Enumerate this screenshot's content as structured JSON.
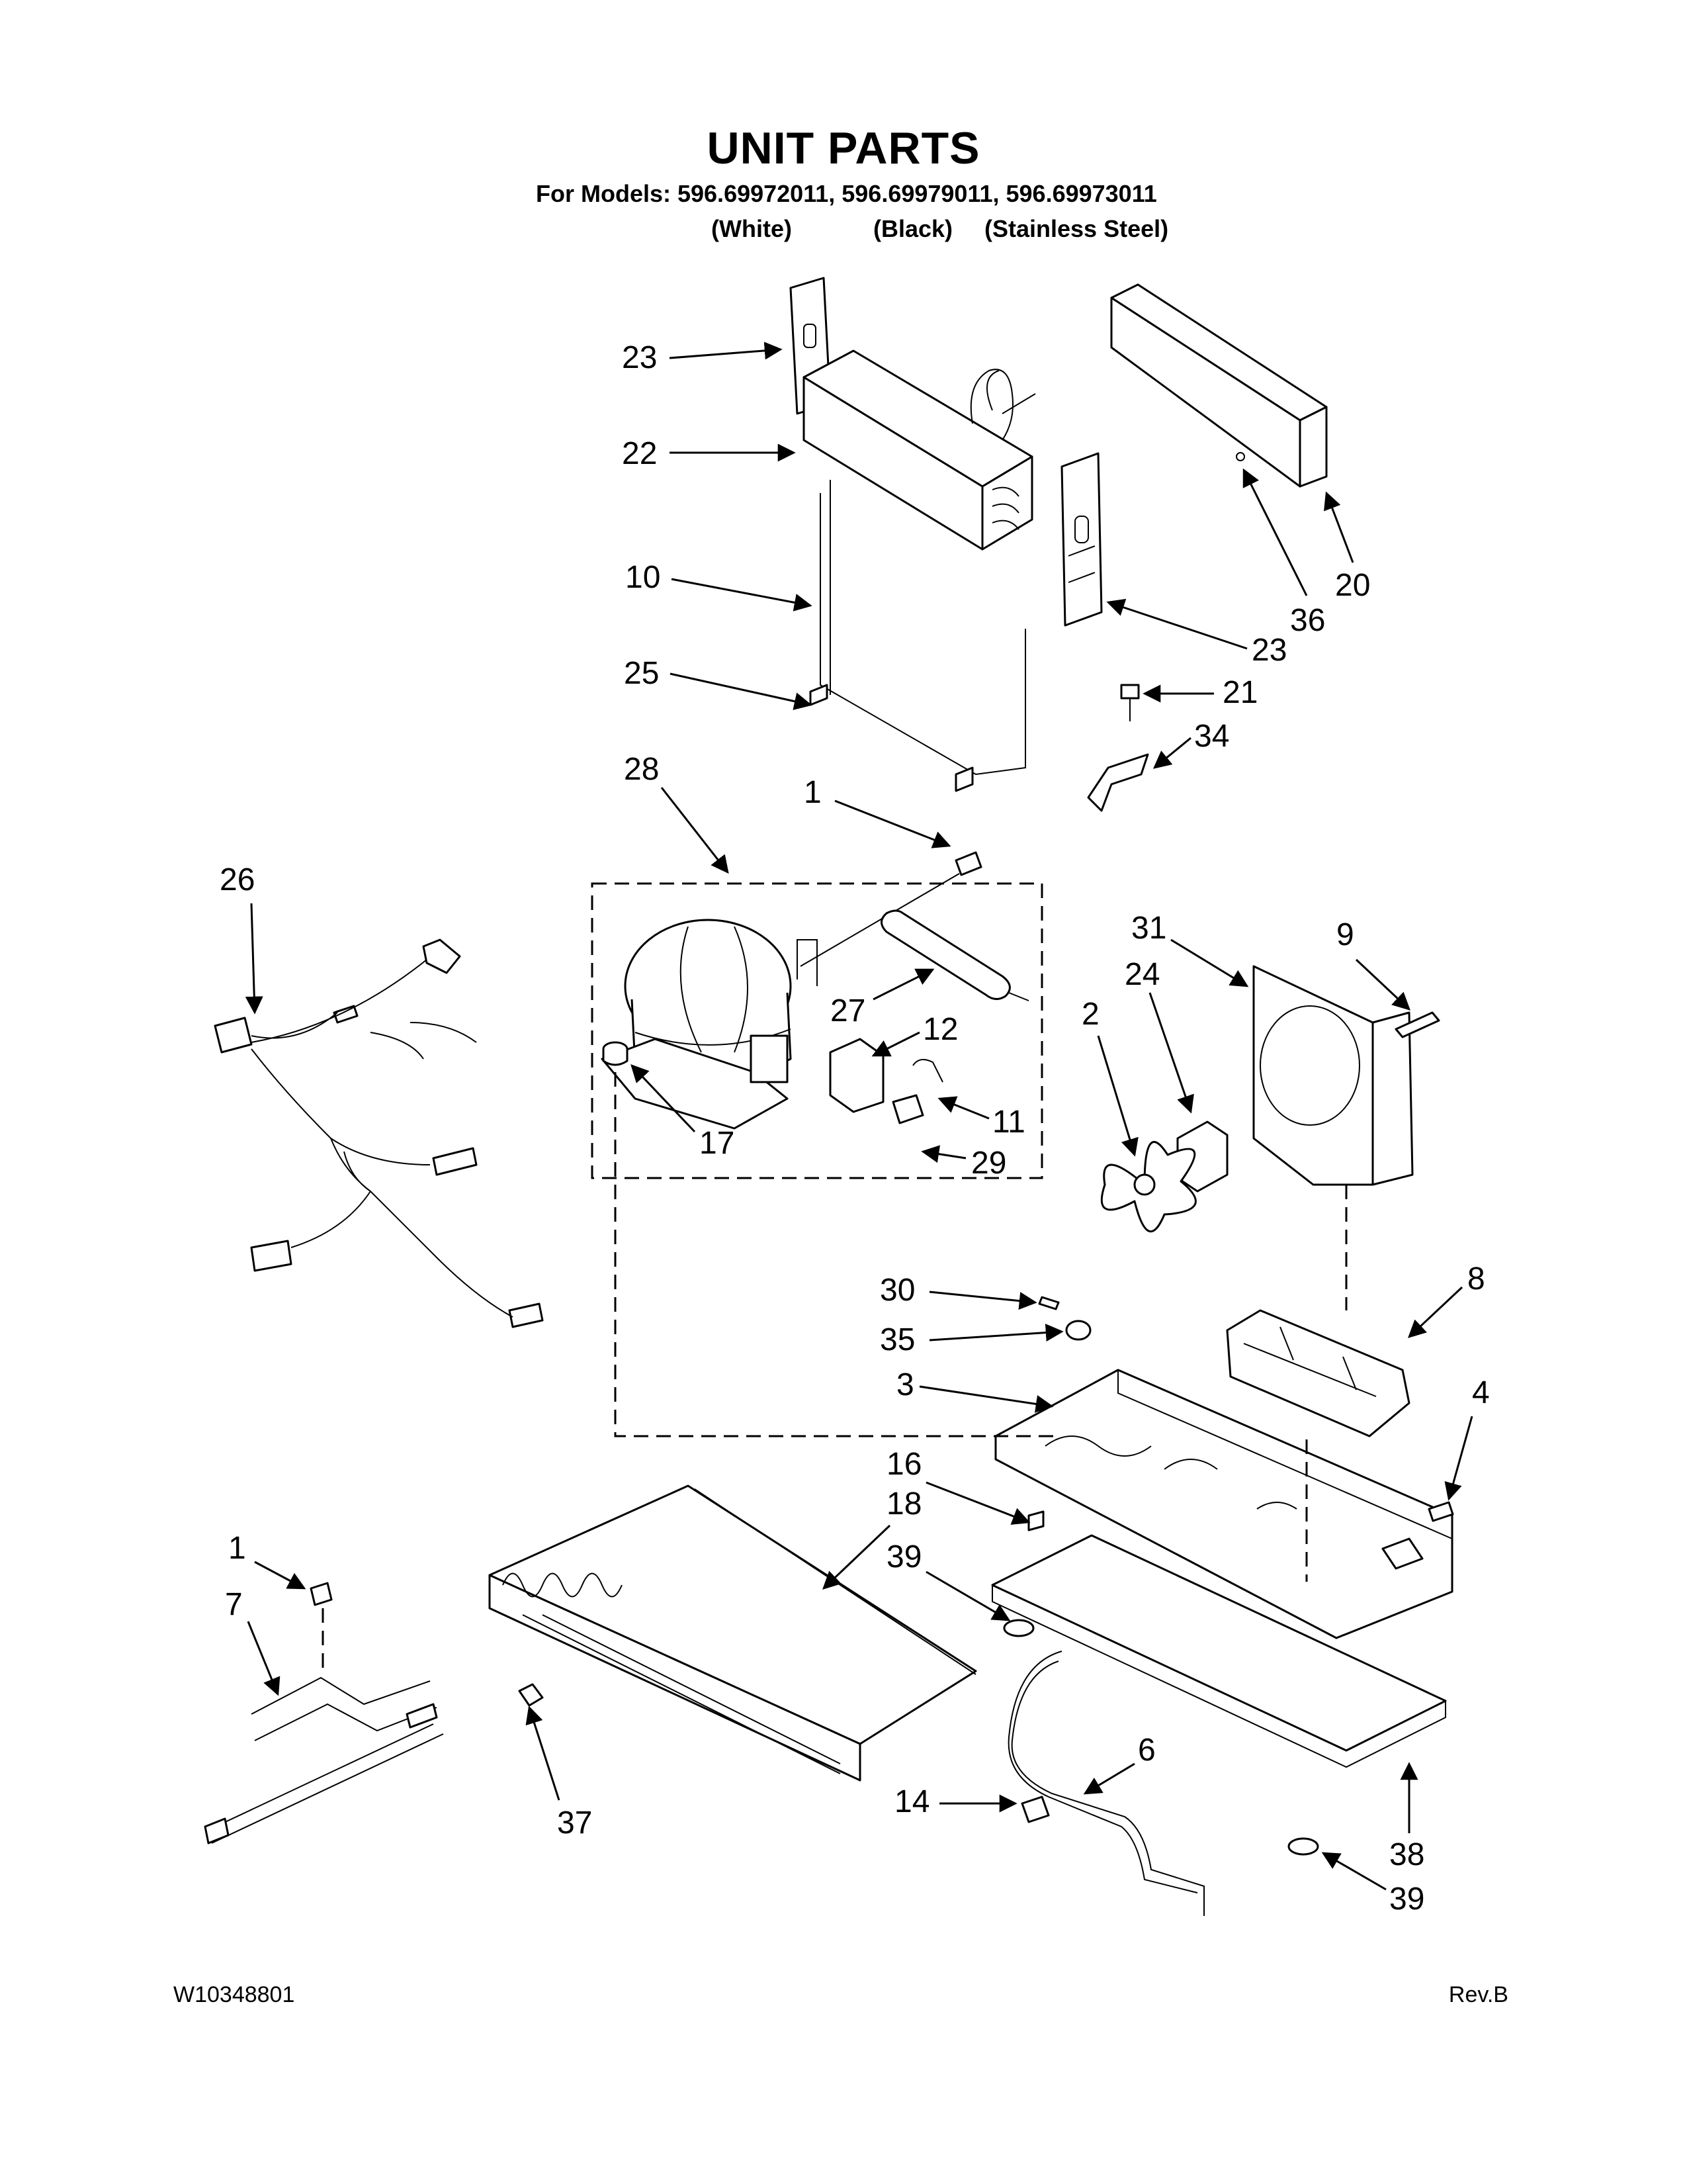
{
  "header": {
    "title": "UNIT PARTS",
    "models_line": "For Models: 596.69972011, 596.69979011, 596.69973011",
    "variants": [
      "(White)",
      "(Black)",
      "(Stainless Steel)"
    ]
  },
  "footer": {
    "doc_number": "W10348801",
    "revision": "Rev.B"
  },
  "callouts": [
    "23",
    "22",
    "10",
    "25",
    "20",
    "36",
    "23",
    "21",
    "34",
    "28",
    "1",
    "26",
    "27",
    "12",
    "11",
    "29",
    "17",
    "31",
    "9",
    "24",
    "2",
    "30",
    "35",
    "8",
    "3",
    "4",
    "16",
    "18",
    "39",
    "1",
    "7",
    "37",
    "6",
    "14",
    "38",
    "39"
  ]
}
